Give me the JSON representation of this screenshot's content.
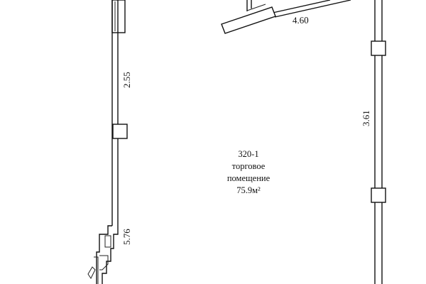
{
  "plan": {
    "room": {
      "number": "320-1",
      "name_line1": "торговое",
      "name_line2": "помещение",
      "area": "75.9м²"
    },
    "dimensions": {
      "top_wall": "4.60",
      "right_wall": "3.61",
      "left_wall_upper": "2.55",
      "left_wall_lower": "5.76"
    }
  }
}
